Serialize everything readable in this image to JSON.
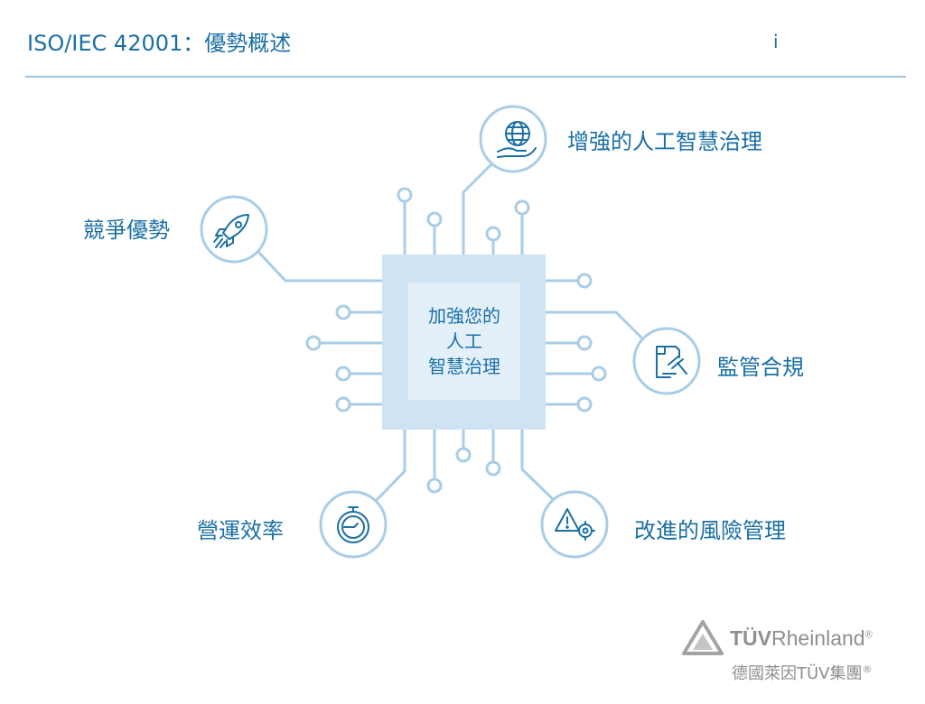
{
  "header": {
    "title": "ISO/IEC 42001：優勢概述",
    "stray_mark": "ⅰ"
  },
  "center": {
    "lines": [
      "加強您的",
      "人工",
      "智慧治理"
    ]
  },
  "benefits": [
    {
      "id": "governance",
      "label": "增強的人工智慧治理",
      "icon": "globe-in-hand-icon"
    },
    {
      "id": "competitive",
      "label": "競爭優勢",
      "icon": "rocket-icon"
    },
    {
      "id": "compliance",
      "label": "監管合規",
      "icon": "document-gavel-icon"
    },
    {
      "id": "efficiency",
      "label": "營運效率",
      "icon": "stopwatch-icon"
    },
    {
      "id": "risk",
      "label": "改進的風險管理",
      "icon": "warning-gear-icon"
    }
  ],
  "logo": {
    "name_bold": "TÜV",
    "name_rest": "Rheinland",
    "reg_mark": "®",
    "subtitle": "德國萊因TÜV集團"
  },
  "colors": {
    "accent": "#1a6fa5",
    "line": "#a9cde6",
    "chip_outer": "#cfe3f2",
    "chip_inner": "#e4f0f9",
    "logo_gray": "#8f8f8f"
  }
}
